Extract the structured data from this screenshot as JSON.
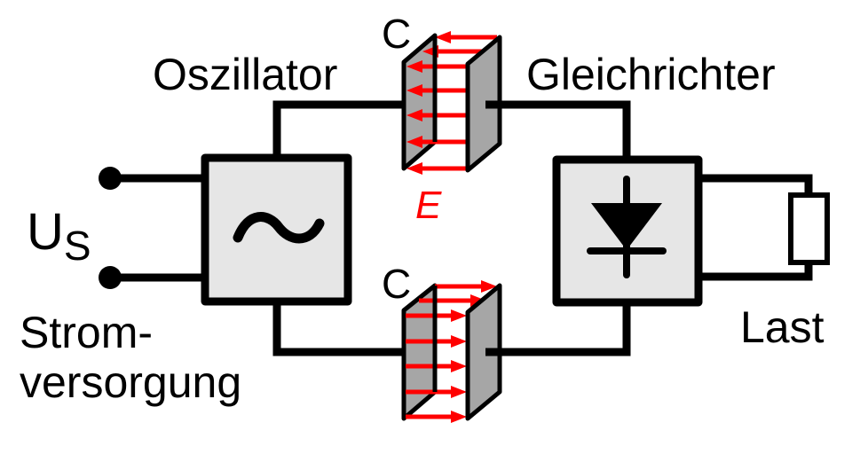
{
  "labels": {
    "oscillator": "Oszillator",
    "rectifier": "Gleichrichter",
    "power_supply_line1": "Strom-",
    "power_supply_line2": "versorgung",
    "supply_voltage_main": "U",
    "supply_voltage_sub": "S",
    "load": "Last",
    "capacitor_top": "C",
    "capacitor_bottom": "C",
    "electric_field": "E"
  },
  "colors": {
    "wire": "#000000",
    "box_fill": "#e6e6e6",
    "plate_fill": "#a6a6a6",
    "field": "#ff0000",
    "background": "#ffffff"
  },
  "components": [
    {
      "id": "power-supply",
      "symbol": "terminal-pair",
      "label_ref": "supply_voltage_main"
    },
    {
      "id": "oscillator",
      "symbol": "ac-source-tilde",
      "label_ref": "oscillator"
    },
    {
      "id": "capacitor-top",
      "symbol": "plate-capacitor",
      "field_direction": "left",
      "label_ref": "capacitor_top"
    },
    {
      "id": "capacitor-bottom",
      "symbol": "plate-capacitor",
      "field_direction": "right",
      "label_ref": "capacitor_bottom"
    },
    {
      "id": "rectifier",
      "symbol": "diode",
      "label_ref": "rectifier"
    },
    {
      "id": "load",
      "symbol": "resistor",
      "label_ref": "load"
    }
  ],
  "connections": [
    [
      "power-supply",
      "oscillator"
    ],
    [
      "oscillator",
      "capacitor-top"
    ],
    [
      "oscillator",
      "capacitor-bottom"
    ],
    [
      "capacitor-top",
      "rectifier"
    ],
    [
      "capacitor-bottom",
      "rectifier"
    ],
    [
      "rectifier",
      "load"
    ]
  ]
}
